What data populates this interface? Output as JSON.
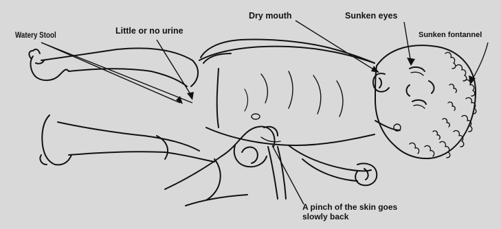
{
  "labels": {
    "watery_stool": "Watery Stool",
    "little_urine": "Little or no urine",
    "dry_mouth": "Dry mouth",
    "sunken_eyes": "Sunken eyes",
    "sunken_fontannel": "Sunken fontannel",
    "pinch_line1": "A pinch of the skin goes",
    "pinch_line2": "slowly back"
  },
  "colors": {
    "background": "#d9d9d9",
    "ink": "#111111"
  }
}
